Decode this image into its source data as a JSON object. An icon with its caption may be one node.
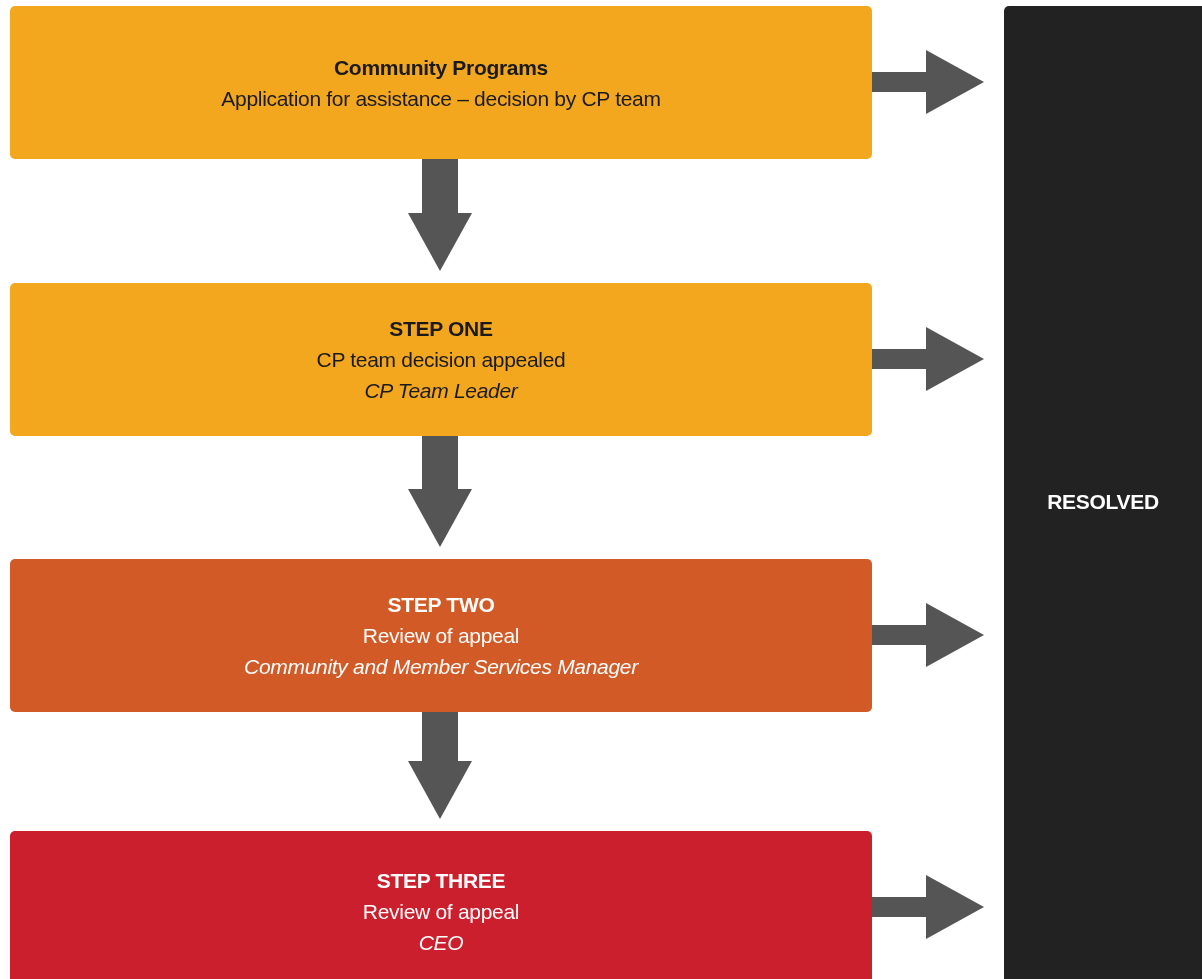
{
  "diagram": {
    "nodes": [
      {
        "text": [
          "Community Programs",
          "Application for assistance – decision by CP team"
        ]
      },
      {
        "text": [
          "STEP ONE",
          "CP team decision appealed",
          "CP Team Leader"
        ]
      },
      {
        "text": [
          "STEP TWO",
          "Review of appeal",
          "Community and Member Services Manager"
        ]
      },
      {
        "text": [
          "STEP THREE",
          "Review of appeal",
          "CEO"
        ]
      },
      {
        "text": [
          "RESOLVED"
        ]
      }
    ],
    "edges": [
      {
        "from": 0,
        "to": 1,
        "arrow": "to",
        "style": "thick"
      },
      {
        "from": 1,
        "to": 2,
        "arrow": "to",
        "style": "thick"
      },
      {
        "from": 2,
        "to": 3,
        "arrow": "to",
        "style": "thick"
      },
      {
        "from": 0,
        "to": 4,
        "arrow": "to"
      },
      {
        "from": 1,
        "to": 4,
        "arrow": "to"
      },
      {
        "from": 2,
        "to": 4,
        "arrow": "to"
      },
      {
        "from": 3,
        "to": 4,
        "arrow": "to"
      }
    ]
  }
}
